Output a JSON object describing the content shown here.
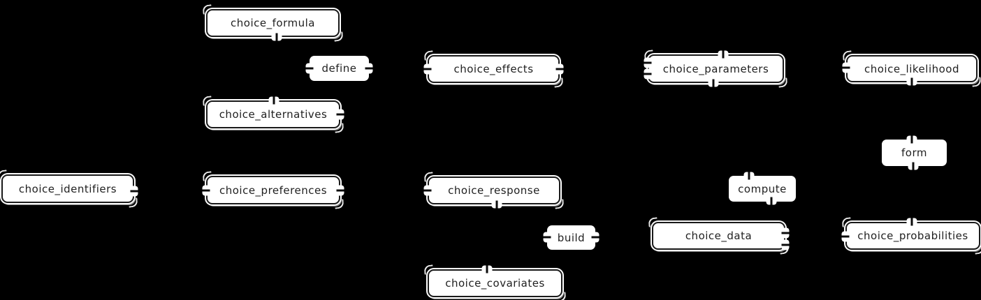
{
  "colors": {
    "background": "#000000",
    "node_fill": "#ffffff",
    "node_border": "#1a1a1a",
    "text": "#1f1f1f"
  },
  "nodes": [
    {
      "id": "choice_formula",
      "label": "choice_formula"
    },
    {
      "id": "choice_alternatives",
      "label": "choice_alternatives"
    },
    {
      "id": "choice_effects",
      "label": "choice_effects"
    },
    {
      "id": "choice_parameters",
      "label": "choice_parameters"
    },
    {
      "id": "choice_likelihood",
      "label": "choice_likelihood"
    },
    {
      "id": "choice_identifiers",
      "label": "choice_identifiers"
    },
    {
      "id": "choice_preferences",
      "label": "choice_preferences"
    },
    {
      "id": "choice_response",
      "label": "choice_response"
    },
    {
      "id": "choice_data",
      "label": "choice_data"
    },
    {
      "id": "choice_probabilities",
      "label": "choice_probabilities"
    },
    {
      "id": "choice_covariates",
      "label": "choice_covariates"
    }
  ],
  "edge_labels": [
    {
      "id": "define",
      "label": "define"
    },
    {
      "id": "form",
      "label": "form"
    },
    {
      "id": "compute",
      "label": "compute"
    },
    {
      "id": "build",
      "label": "build"
    }
  ]
}
